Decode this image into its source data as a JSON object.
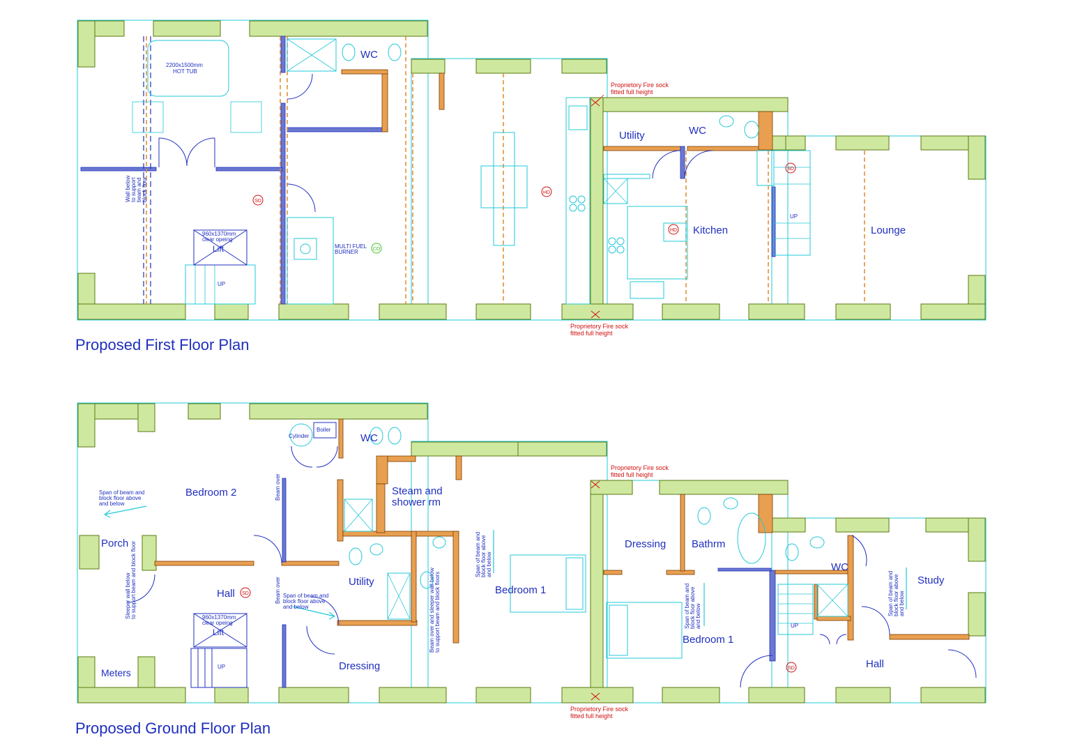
{
  "first_floor": {
    "title": "Proposed First Floor Plan",
    "rooms": {
      "wc": "WC",
      "utility": "Utility",
      "wc2": "WC",
      "kitchen": "Kitchen",
      "lounge": "Lounge"
    },
    "hot_tub": [
      "2200x1500mm",
      "HOT TUB"
    ],
    "lift": [
      "960x1370mm",
      "clear opeing",
      "Lift"
    ],
    "up": "UP",
    "burner": [
      "MULTI FUEL",
      "BURNER"
    ],
    "wall_note": [
      "Wall below",
      "to support",
      "beam and",
      "block floor"
    ],
    "fire_top": [
      "Proprietory Fire sock",
      "fitted full height"
    ],
    "fire_bottom": [
      "Proprietory Fire sock",
      "fitted full height"
    ],
    "symbols": {
      "sd": "SD",
      "hd": "HD",
      "co": "CO"
    }
  },
  "ground_floor": {
    "title": "Proposed Ground Floor Plan",
    "rooms": {
      "bedroom2": "Bedroom 2",
      "porch": "Porch",
      "meters": "Meters",
      "hall": "Hall",
      "cylinder": "Cylinder",
      "boiler": "Boiler",
      "wc": "WC",
      "steam": [
        "Steam and",
        "shower rm"
      ],
      "utility": "Utility",
      "dressing": "Dressing",
      "bedroom1": "Bedroom 1",
      "dressing2": "Dressing",
      "bathrm": "Bathrm",
      "bedroom1b": "Bedroom 1",
      "wc2": "WC",
      "study": "Study",
      "hall2": "Hall"
    },
    "lift": [
      "960x1370mm",
      "clear opeing",
      "Lift"
    ],
    "up": "UP",
    "span_porch": [
      "Span of beam and",
      "block floor above",
      "and below"
    ],
    "span_hall": [
      "Span of beam and",
      "block floor above",
      "and below"
    ],
    "sleeper": [
      "Sleeper wall below",
      "to support beam and block floor"
    ],
    "beam_over": "Beam over",
    "beam_over2": "Beam over",
    "beam_sleeper": [
      "Beam over and sleeper wall below",
      "to support beam and block floors"
    ],
    "span_bed": [
      "Span of beam and",
      "block floor above",
      "and below"
    ],
    "span_bed2": [
      "Span of beam and",
      "block floor above",
      "and below"
    ],
    "span_study": [
      "Span of beam and",
      "block floor above",
      "and below"
    ],
    "fire_top": [
      "Proprietory Fire sock",
      "fitted full height"
    ],
    "fire_bottom": [
      "Proprietory Fire sock",
      "fitted full height"
    ],
    "symbols": {
      "sd": "SD"
    }
  }
}
